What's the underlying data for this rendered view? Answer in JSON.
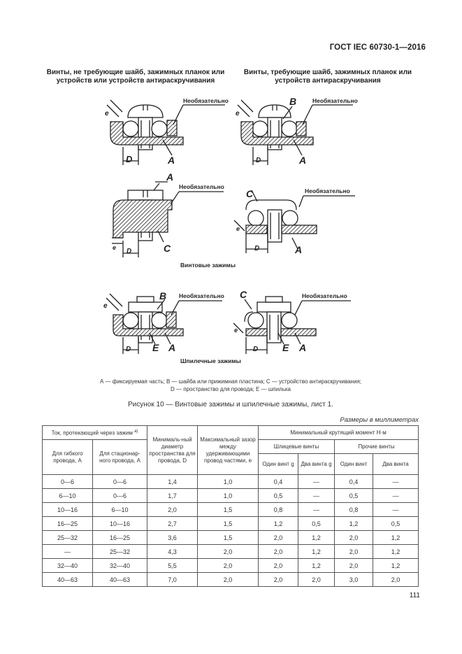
{
  "header": {
    "doc_id": "ГОСТ IEC 60730-1—2016"
  },
  "columns": {
    "left_title": "Винты, не требующие шайб, зажимных планок или устройств или устройств антираскручивания",
    "right_title": "Винты, требующие шайб, зажимных  планок или устройств антираскручивания"
  },
  "figure_labels": {
    "optional": "Необязательно",
    "A": "A",
    "B": "B",
    "C": "C",
    "D": "D",
    "E": "E",
    "e": "e",
    "screw_terminals": "Винтовые зажимы",
    "stud_terminals": "Шпилечные зажимы"
  },
  "legend": {
    "line1": "А — фиксируемая часть; В — шайба или прижимная пластина; С — устройство  антираскручивания;",
    "line2": "D — пространство для провода; Е — шпилька"
  },
  "figure_caption": "Рисунок 10 — Винтовые зажимы и шпилечные зажимы, лист 1.",
  "units_note": "Размеры в миллиметрах",
  "table": {
    "head": {
      "current": "Ток, протекающий через зажим ",
      "current_note": "a)",
      "flexible": "Для гибкого провода, А",
      "fixed": "Для стационар-ного провода, А",
      "min_diameter": "Минималь-ный диаметр пространства для провода, D",
      "max_gap": "Максимальный зазор между удерживающими провод частями, е",
      "min_torque": "Минимальный крутящий момент Н·м",
      "slotted": "Шлицевые винты",
      "other": "Прочие винты",
      "one_screw_g": "Один винт g",
      "two_screws_g": "Два винта g",
      "one_screw": "Один винт",
      "two_screws": "Два винта"
    },
    "rows": [
      [
        "0—6",
        "0—6",
        "1,4",
        "1,0",
        "0,4",
        "—",
        "0,4",
        "—"
      ],
      [
        "6—10",
        "0—6",
        "1,7",
        "1,0",
        "0,5",
        "—",
        "0,5",
        "—"
      ],
      [
        "10—16",
        "6—10",
        "2,0",
        "1,5",
        "0,8",
        "—",
        "0,8",
        "—"
      ],
      [
        "16—25",
        "10—16",
        "2,7",
        "1,5",
        "1,2",
        "0,5",
        "1,2",
        "0,5"
      ],
      [
        "25—32",
        "16—25",
        "3,6",
        "1,5",
        "2,0",
        "1,2",
        "2,0",
        "1,2"
      ],
      [
        "—",
        "25—32",
        "4,3",
        "2,0",
        "2,0",
        "1,2",
        "2,0",
        "1,2"
      ],
      [
        "32—40",
        "32—40",
        "5,5",
        "2,0",
        "2,0",
        "1,2",
        "2,0",
        "1,2"
      ],
      [
        "40—63",
        "40—63",
        "7,0",
        "2,0",
        "2,0",
        "2,0",
        "3,0",
        "2,0"
      ]
    ]
  },
  "page_number": "111"
}
